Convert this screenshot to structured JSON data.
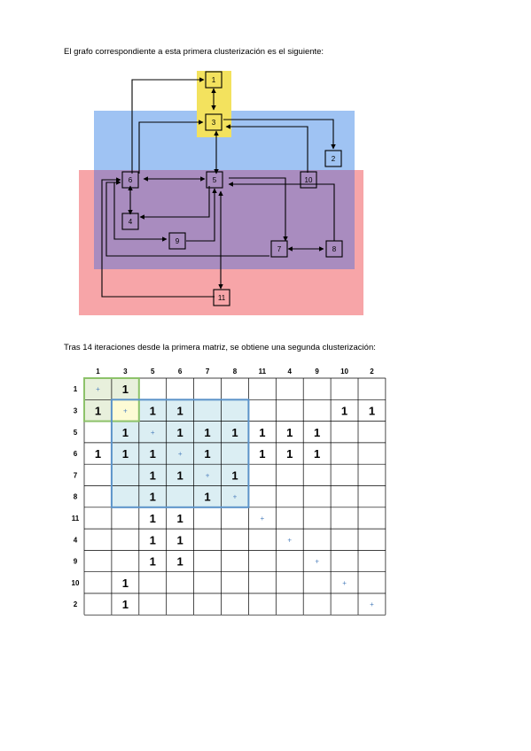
{
  "captions": {
    "graph": "El grafo correspondiente a esta primera clusterización es el siguiente:",
    "matrix": "Tras 14 iteraciones desde la primera matriz, se obtiene una segunda clusterización:"
  },
  "colors": {
    "yellow_cluster": "#f3e25e",
    "blue_cluster": "#9fc3f3",
    "red_cluster": "#f7a5a8",
    "overlap": "#a98cbf",
    "matrix_green_border": "#8dc26a",
    "matrix_blue_border": "#5b93c9",
    "matrix_fill": "#dbeef3",
    "diag_plus": "#4f81bd"
  },
  "graph": {
    "nodes": [
      "1",
      "3",
      "2",
      "6",
      "5",
      "10",
      "4",
      "9",
      "7",
      "8",
      "11"
    ]
  },
  "matrix": {
    "order": [
      "1",
      "3",
      "5",
      "6",
      "7",
      "8",
      "11",
      "4",
      "9",
      "10",
      "2"
    ],
    "diag_symbol": "+",
    "rows": [
      [
        "+",
        "1",
        "",
        "",
        "",
        "",
        "",
        "",
        "",
        "",
        ""
      ],
      [
        "1",
        "+",
        "1",
        "1",
        "",
        "",
        "",
        "",
        "",
        "1",
        "1"
      ],
      [
        "",
        "1",
        "+",
        "1",
        "1",
        "1",
        "1",
        "1",
        "1",
        "",
        ""
      ],
      [
        "1",
        "1",
        "1",
        "+",
        "1",
        "",
        "1",
        "1",
        "1",
        "",
        ""
      ],
      [
        "",
        "",
        "1",
        "1",
        "+",
        "1",
        "",
        "",
        "",
        "",
        ""
      ],
      [
        "",
        "",
        "1",
        "",
        "1",
        "+",
        "",
        "",
        "",
        "",
        ""
      ],
      [
        "",
        "",
        "1",
        "1",
        "",
        "",
        "+",
        "",
        "",
        "",
        ""
      ],
      [
        "",
        "",
        "1",
        "1",
        "",
        "",
        "",
        "+",
        "",
        "",
        ""
      ],
      [
        "",
        "",
        "1",
        "1",
        "",
        "",
        "",
        "",
        "+",
        "",
        ""
      ],
      [
        "",
        "1",
        "",
        "",
        "",
        "",
        "",
        "",
        "",
        "+",
        ""
      ],
      [
        "",
        "1",
        "",
        "",
        "",
        "",
        "",
        "",
        "",
        "",
        "+"
      ]
    ]
  }
}
